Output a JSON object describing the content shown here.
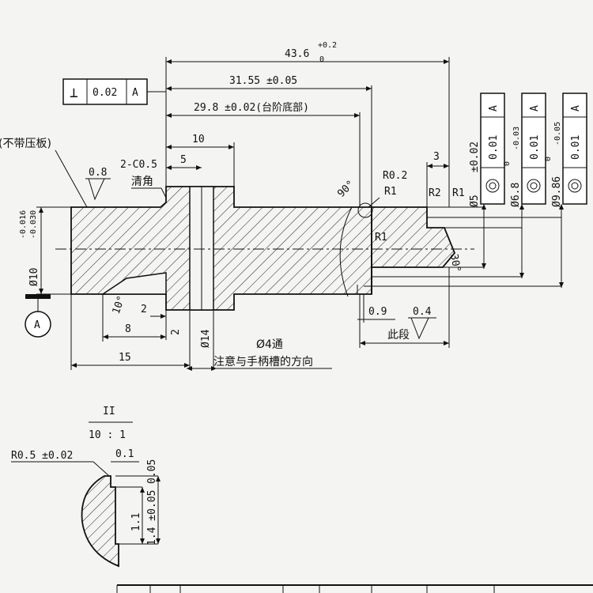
{
  "dims": {
    "overall_length": "43.6",
    "overall_tol_upper": "+0.2",
    "overall_tol_lower": "0",
    "len_31_55": "31.55 ±0.05",
    "len_29_8": "29.8 ±0.02(台阶底部)",
    "d10": "10",
    "d5": "5",
    "d3": "3",
    "d2": "2",
    "d8": "8",
    "d15": "15",
    "d2_vertical": "2",
    "d14": "Ø14",
    "dia10": "Ø10",
    "dia10_tol_upper": "-0.016",
    "dia10_tol_lower": "-0.030",
    "r02": "R0.2",
    "r1_top": "R1",
    "r1_bottom": "R1",
    "r2": "R2",
    "r1_right": "R1",
    "ang90": "90°",
    "ang30": "30°",
    "ang10": "10°",
    "chamfer": "2-C0.5",
    "clear_corner": "清角",
    "surface_08": "0.8",
    "surface_04": "0.4",
    "small_09": "0.9",
    "this_section": "此段",
    "hole_note_1": "Ø4通",
    "hole_note_2": "注意与手柄槽的方向",
    "no_plate": "(不带压板)",
    "datum": "A"
  },
  "perp_frame": {
    "symbol": "⊥",
    "value": "0.02",
    "datum": "A"
  },
  "dia_frames": [
    {
      "dia": "Ø5",
      "tol": "±0.02",
      "tol_upper": "",
      "tol_lower": "",
      "value": "0.01",
      "datum": "A"
    },
    {
      "dia": "Ø6.8",
      "tol": "",
      "tol_upper": "0",
      "tol_lower": "-0.03",
      "value": "0.01",
      "datum": "A"
    },
    {
      "dia": "Ø9.86",
      "tol": "",
      "tol_upper": "0",
      "tol_lower": "-0.05",
      "value": "0.01",
      "datum": "A"
    }
  ],
  "detail": {
    "label": "II",
    "scale": "10 : 1",
    "radius": "R0.5 ±0.02",
    "gap": "0.1",
    "dim_05": "0.05",
    "dim_11": "1.1",
    "dim_14": "1.4 ±0.05"
  }
}
